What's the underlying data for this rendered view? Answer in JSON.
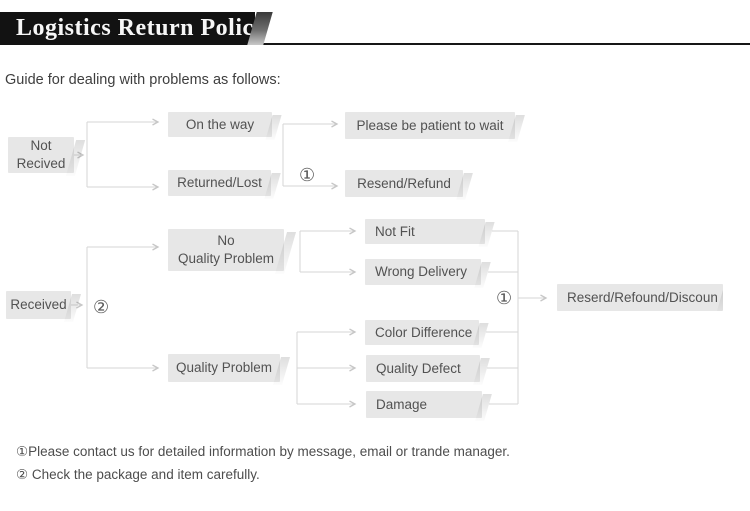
{
  "header": {
    "banner_title": "Logistics Return Policy"
  },
  "intro_text": "Guide for dealing with problems as follows:",
  "flow": {
    "markers": {
      "m1": "①",
      "m2": "②"
    },
    "nodes": {
      "not_received": "Not\nRecived",
      "on_the_way": "On the way",
      "returned_lost": "Returned/Lost",
      "please_wait": "Please be patient to wait",
      "resend_refund": "Resend/Refund",
      "received": "Received",
      "no_quality_problem": "No\nQuality Problem",
      "quality_problem": "Quality Problem",
      "not_fit": "Not Fit",
      "wrong_delivery": "Wrong Delivery",
      "color_difference": "Color Difference",
      "quality_defect": "Quality Defect",
      "damage": "Damage",
      "resolution": "Reserd/Refound/Discoun"
    }
  },
  "footnotes": [
    "①Please contact us for detailed information by message, email or trande manager.",
    "② Check the package and item carefully."
  ],
  "colors": {
    "banner_bg": "#121212",
    "banner_text": "#f6f6f6",
    "node_bg": "#e7e7e7",
    "node_text": "#525252",
    "connector": "#d6d6d6",
    "arrowhead": "#c6c6c6"
  }
}
